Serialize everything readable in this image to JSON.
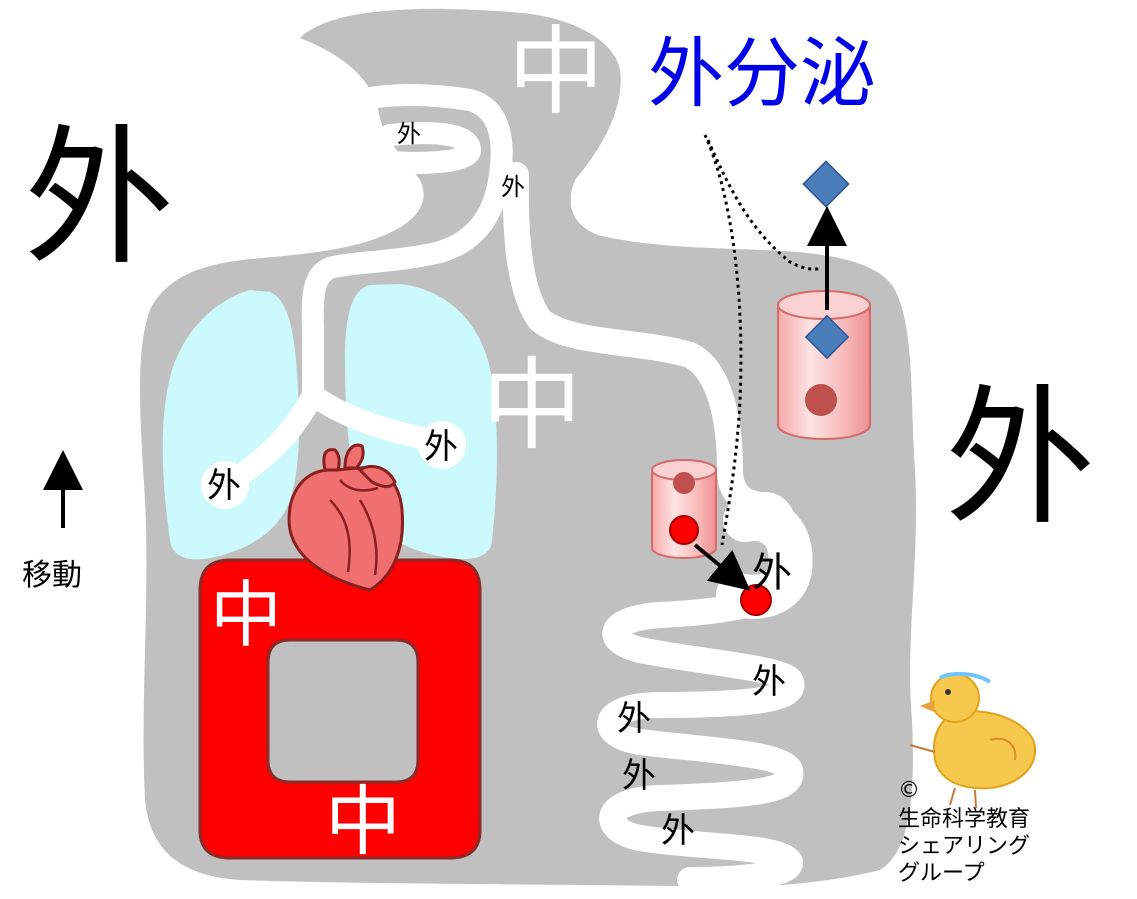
{
  "title": "外分泌",
  "labels": {
    "outside_big": "外",
    "inside": "中",
    "outside_small": "外"
  },
  "arrow_caption": "移動",
  "copyright": {
    "symbol": "©",
    "line1": "生命科学教育",
    "line2": "シェアリング",
    "line3": "グループ"
  },
  "colors": {
    "body": "#c0c0c0",
    "lung": "#ccfafc",
    "blood": "#ff0000",
    "title": "#0000e6",
    "cell": "#f9b8b8",
    "diamond": "#4a7ebb"
  }
}
